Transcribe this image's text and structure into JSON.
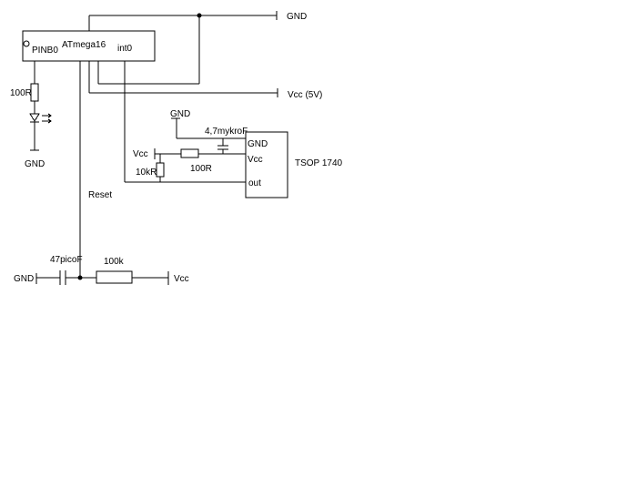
{
  "mcu": {
    "name": "ATmega16",
    "pin_pinb0": "PINB0",
    "pin_int0": "int0"
  },
  "sensor": {
    "name": "TSOP 1740",
    "pin_gnd": "GND",
    "pin_vcc": "Vcc",
    "pin_out": "out"
  },
  "rails": {
    "gnd_top": "GND",
    "vcc_main": "Vcc (5V)",
    "gnd_led": "GND",
    "gnd_cap": "GND",
    "vcc_sensor": "Vcc",
    "gnd_reset": "GND",
    "vcc_reset": "Vcc"
  },
  "components": {
    "r_led": "100R",
    "c_decoupling": "4,7mykroF",
    "r_series": "100R",
    "r_pullup": "10kR",
    "c_reset": "47picoF",
    "r_reset": "100k"
  },
  "nets": {
    "reset": "Reset"
  },
  "colors": {
    "ink": "#000000",
    "background": "#ffffff"
  }
}
